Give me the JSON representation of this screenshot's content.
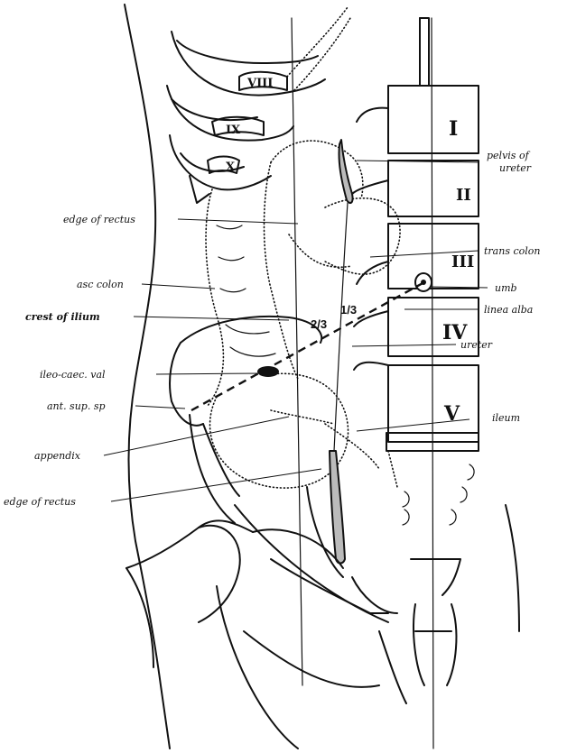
{
  "labels": {
    "edge_of_rectus_upper": "edge of rectus",
    "asc_colon": "asc colon",
    "crest_of_ilium": "crest of ilium",
    "ileo_caec_val": "ileo-caec. val",
    "ant_sup_sp": "ant. sup. sp",
    "appendix": "appendix",
    "edge_of_rectus_lower": "edge of rectus",
    "pelvis_of_ureter_line1": "pelvis of",
    "pelvis_of_ureter_line2": "ureter",
    "trans_colon": "trans colon",
    "umb": "umb",
    "linea_alba": "linea alba",
    "ureter": "ureter",
    "ileum": "ileum"
  },
  "ribs": [
    "VIII",
    "IX",
    "X"
  ],
  "vertebrae": [
    "I",
    "II",
    "III",
    "IV",
    "V"
  ],
  "ratios": {
    "two_thirds": "2/3",
    "one_third": "1/3"
  }
}
